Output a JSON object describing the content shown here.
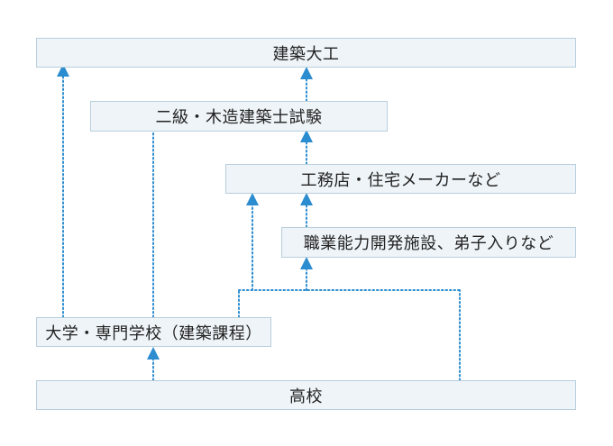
{
  "colors": {
    "box_fill": "#eef4f8",
    "box_border": "#b8cfdc",
    "connector": "#2b8ccf",
    "text": "#222222"
  },
  "nodes": {
    "carpenter": "建築大工",
    "license_exam": "二級・木造建築士試験",
    "builders": "工務店・住宅メーカーなど",
    "training": "職業能力開発施設、弟子入りなど",
    "university": "大学・専門学校（建築課程）",
    "high_school": "高校"
  }
}
